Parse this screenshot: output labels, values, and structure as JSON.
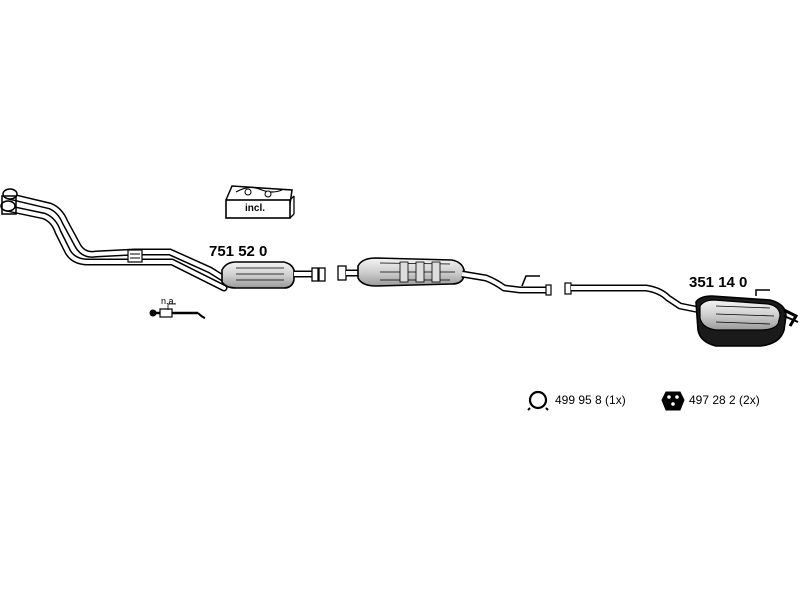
{
  "labels": {
    "incl": "incl.",
    "na": "n.a.",
    "catalytic_converter_part": "751 52 0",
    "rear_silencer_part": "351 14 0"
  },
  "legend": [
    {
      "icon": "ring-clamp-icon",
      "text": "499 95 8 (1x)"
    },
    {
      "icon": "rubber-mount-icon",
      "text": "497 28 2 (2x)"
    }
  ],
  "colors": {
    "line": "#000000",
    "fill_light": "#e8e8e8",
    "fill_mid": "#c8c8c8",
    "fill_dark": "#222222"
  }
}
